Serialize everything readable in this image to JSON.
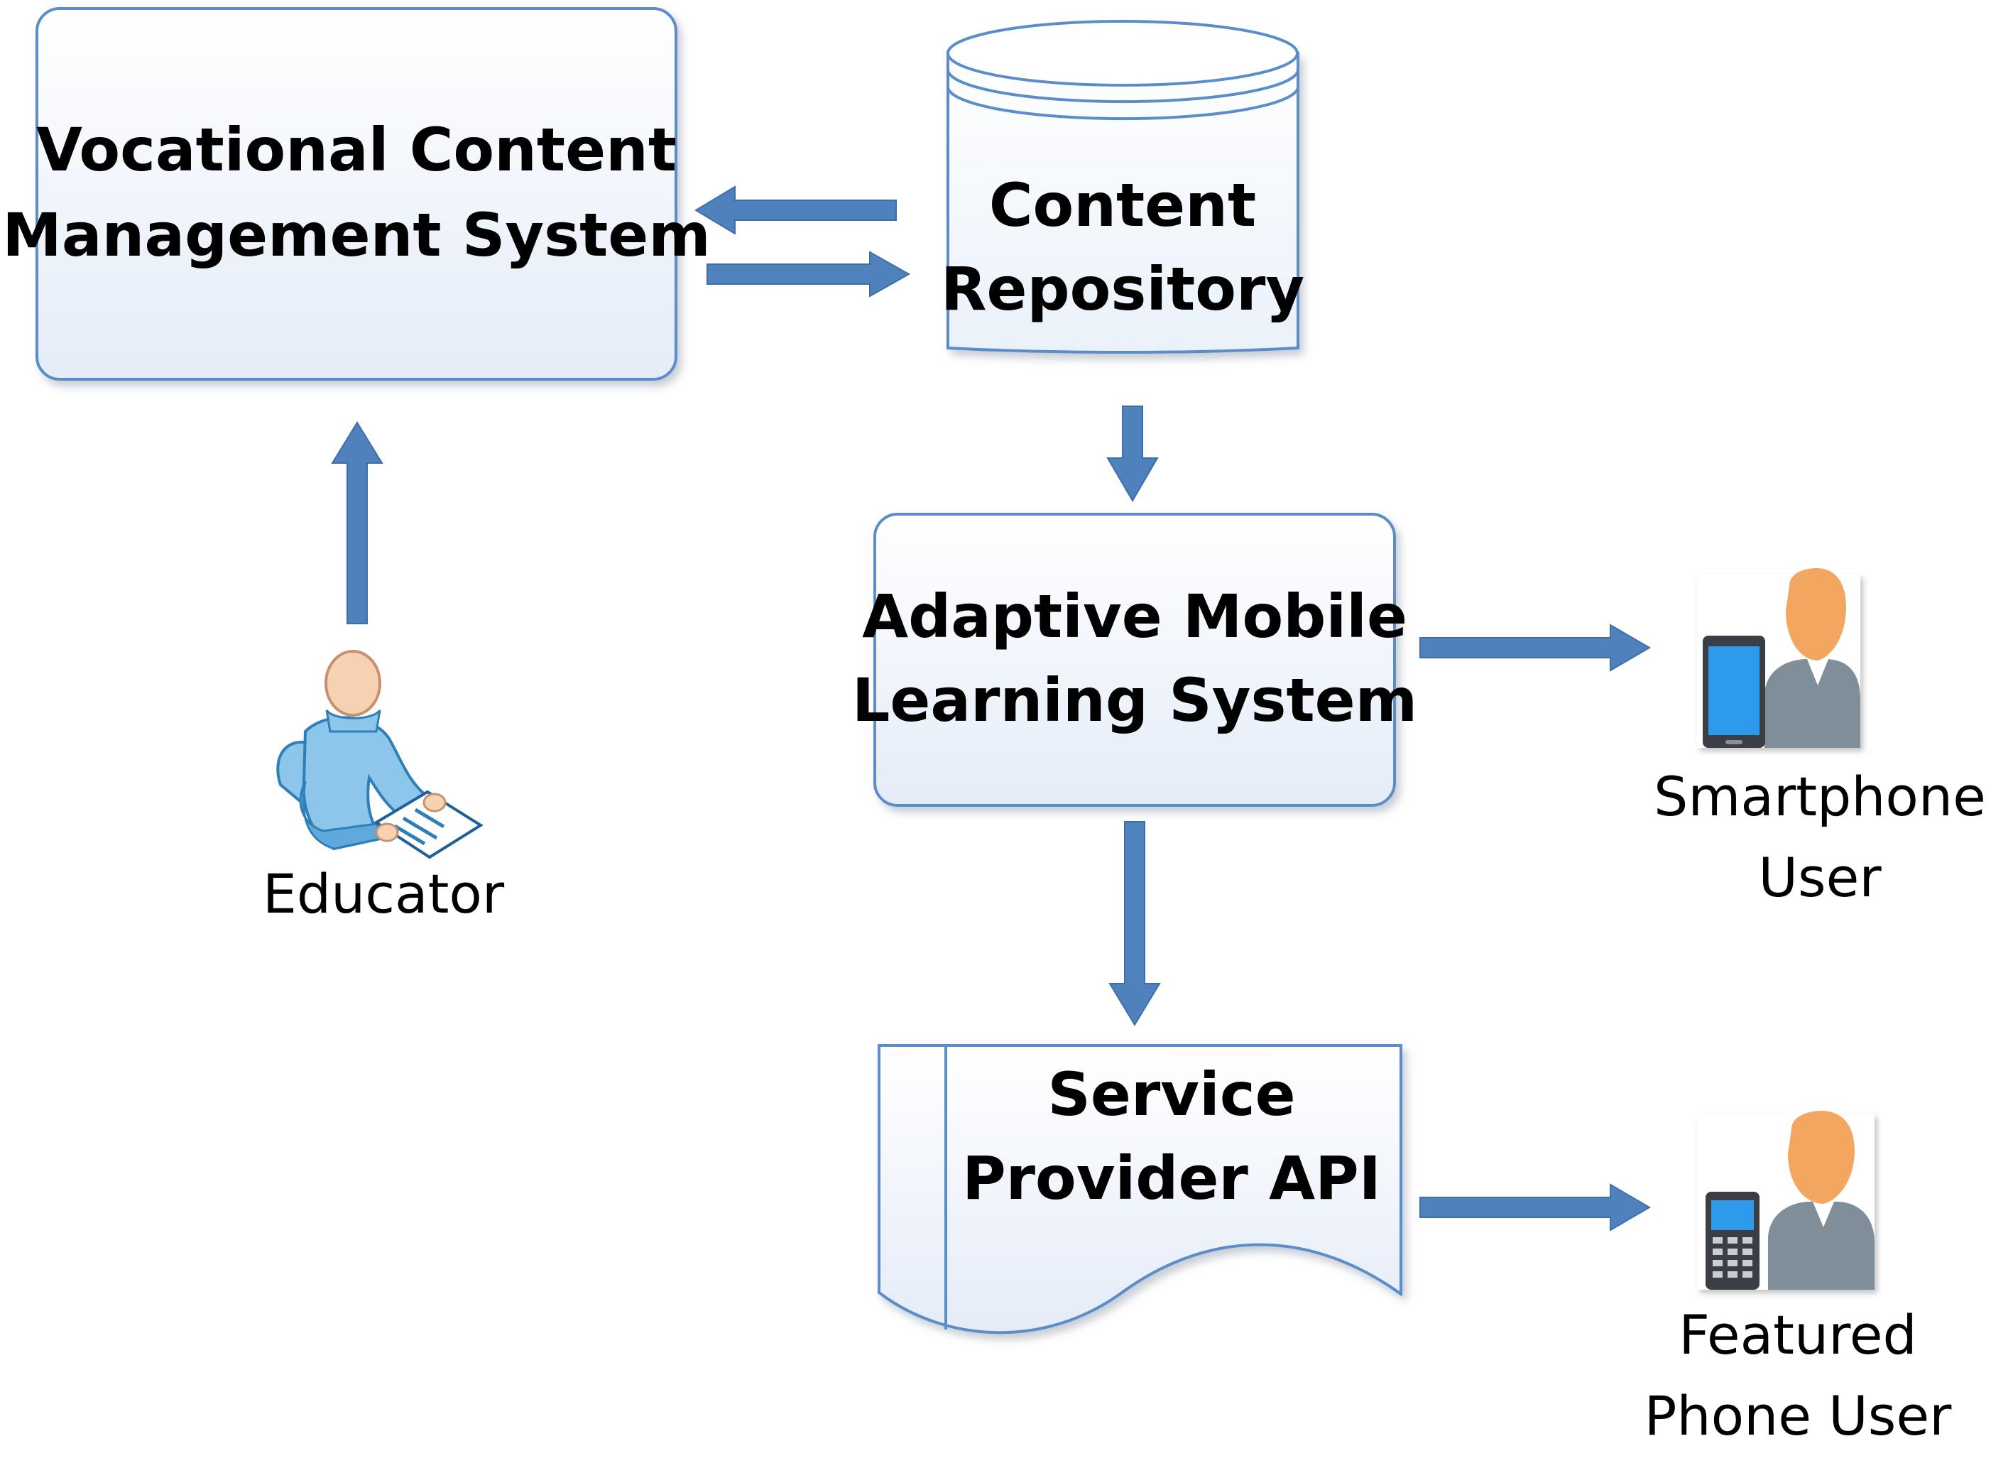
{
  "nodes": {
    "vcms": {
      "line1": "Vocational Content",
      "line2": "Management System"
    },
    "repository": {
      "line1": "Content",
      "line2": "Repository"
    },
    "amls": {
      "line1": "Adaptive Mobile",
      "line2": "Learning System"
    },
    "api": {
      "line1": "Service",
      "line2": "Provider API"
    }
  },
  "actors": {
    "educator": {
      "label": "Educator",
      "icon": "educator-icon"
    },
    "smartphone_user": {
      "line1": "Smartphone",
      "line2": "User",
      "icon": "smartphone-user-icon"
    },
    "featured_phone_user": {
      "line1": "Featured",
      "line2": "Phone User",
      "icon": "feature-phone-user-icon"
    }
  },
  "colors": {
    "arrow": "#4F81BD",
    "box_stroke": "#5B8DC9",
    "box_fill_top": "#FFFFFF",
    "box_fill_bottom": "#E4ECF8",
    "skin": "#F3A65F",
    "person_body": "#7F8E99",
    "phone_screen": "#2E9BEA"
  }
}
